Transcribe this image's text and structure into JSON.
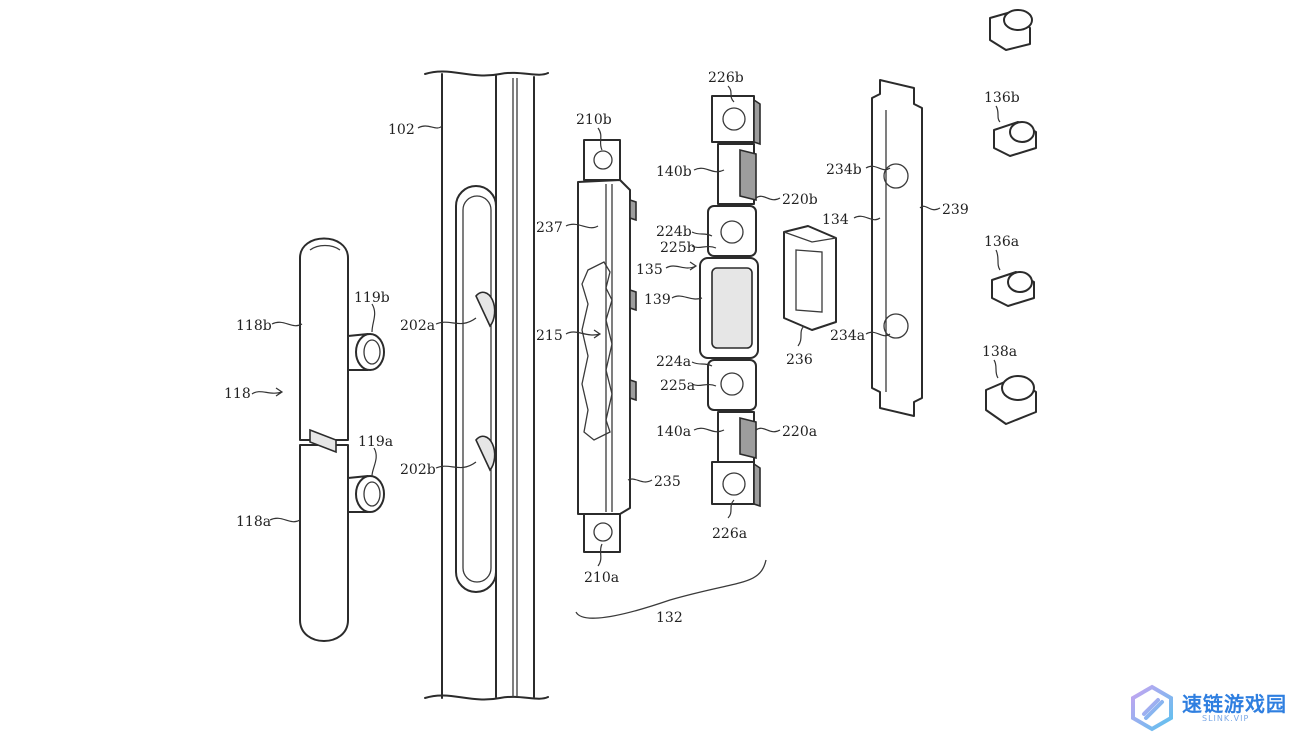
{
  "labels": {
    "l102": "102",
    "l118": "118",
    "l118a": "118a",
    "l118b": "118b",
    "l119a": "119a",
    "l119b": "119b",
    "l202a": "202a",
    "l202b": "202b",
    "l210a": "210a",
    "l210b": "210b",
    "l215": "215",
    "l237": "237",
    "l235": "235",
    "l132": "132",
    "l226a": "226a",
    "l226b": "226b",
    "l140a": "140a",
    "l140b": "140b",
    "l220a": "220a",
    "l220b": "220b",
    "l224a": "224a",
    "l224b": "224b",
    "l225a": "225a",
    "l225b": "225b",
    "l135": "135",
    "l139": "139",
    "l236": "236",
    "l134": "134",
    "l234a": "234a",
    "l234b": "234b",
    "l239": "239",
    "l136a": "136a",
    "l136b": "136b",
    "l138a": "138a"
  },
  "watermark": {
    "name": "速链游戏园",
    "sub": "SLINK.VIP"
  }
}
